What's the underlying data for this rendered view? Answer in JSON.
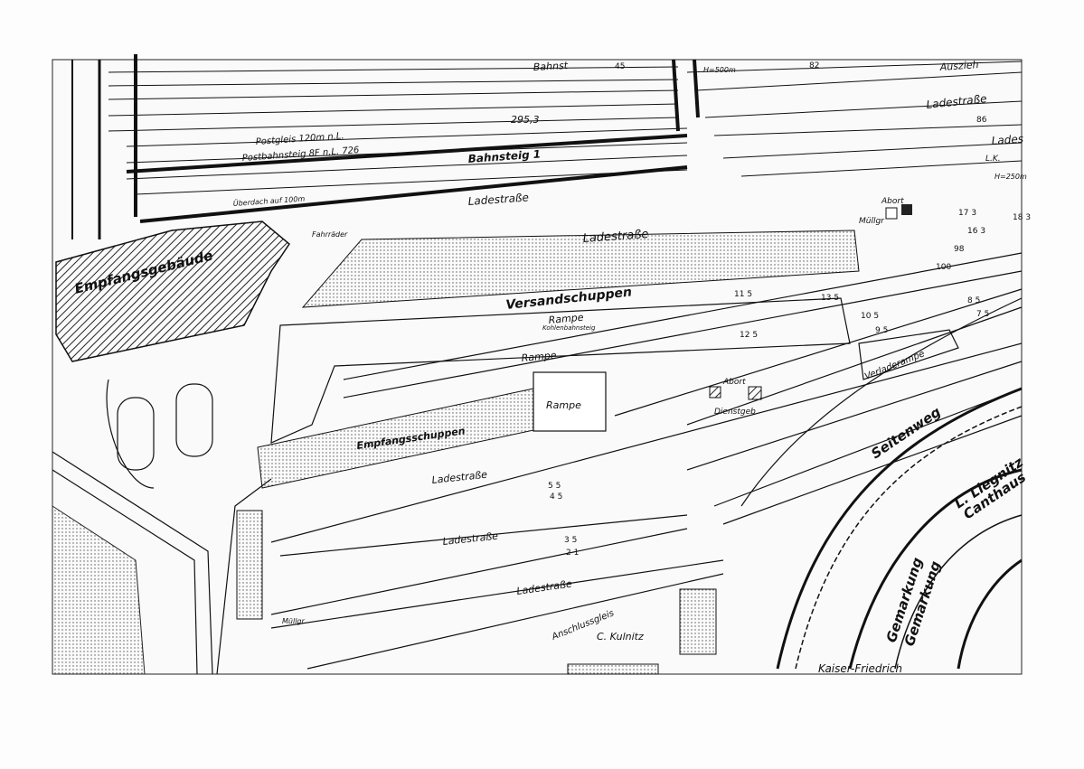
{
  "map": {
    "labels": {
      "empfangsgebaeude": "Empfangsgebäude",
      "versandschuppen": "Versandschuppen",
      "empfangsschuppen": "Empfangsschuppen",
      "rampe": "Rampe",
      "ladestrasse": "Ladestraße",
      "ladestrasse_short": "Ladestraße",
      "ladestrasse_partial": "Lades",
      "verladerampe": "Verladerampe",
      "seitenweg": "Seitenweg",
      "abort": "Abort",
      "dienstgeb": "Dienstgeb",
      "muellgr": "Müllgr",
      "c_kulnitz": "C. Kulnitz",
      "anschluss": "Anschlussgleis",
      "gemarkung": "Gemarkung",
      "gemarkung_2": "Gemarkung",
      "liegnitz": "L. Liegnitz",
      "canthaus": "Canthaus",
      "kaiser": "Kaiser-Friedrich",
      "bahnsteig": "Bahnsteig 1",
      "postgleis": "Postgleis 120m n.L.",
      "postbahnsteig": "Postbahnsteig 8F n.L. 726",
      "ueberdach": "Überdach auf 100m",
      "fahrraeder": "Fahrräder",
      "kw295": "295,3",
      "lk": "L.K.",
      "h250": "H=250m",
      "bahnst_top": "Bahnst",
      "ausz": "Auszieh",
      "n500": "H=500m",
      "kohlenbahnsteig": "Kohlenbahnsteig",
      "muellgr_2": "Müllgr"
    },
    "track_numbers": [
      "100",
      "98",
      "10 5",
      "13 5",
      "12 5",
      "9 5",
      "8 5",
      "7 5",
      "5 5",
      "4 5",
      "3 5",
      "2 1",
      "11 5",
      "17 3",
      "16 3",
      "18 3",
      "86",
      "82",
      "45"
    ]
  }
}
